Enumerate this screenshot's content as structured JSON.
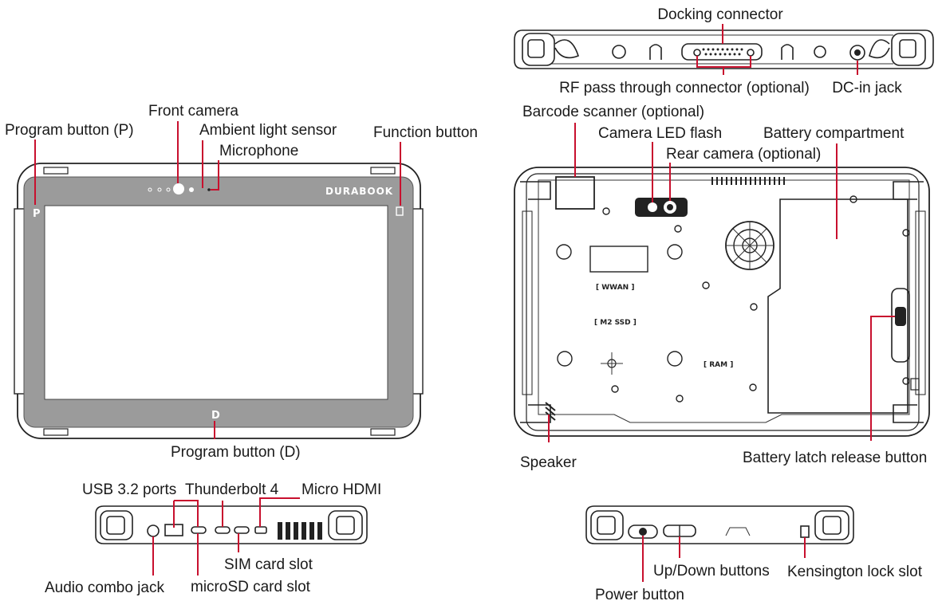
{
  "labels": {
    "docking_connector": "Docking connector",
    "rf_pass_through": "RF pass through connector (optional)",
    "dc_in_jack": "DC-in jack",
    "barcode_scanner": "Barcode scanner (optional)",
    "camera_led_flash": "Camera LED flash",
    "rear_camera": "Rear camera (optional)",
    "battery_compartment": "Battery compartment",
    "speaker": "Speaker",
    "battery_latch": "Battery latch release button",
    "front_camera": "Front camera",
    "ambient_light_sensor": "Ambient light sensor",
    "microphone": "Microphone",
    "program_button_p": "Program button (P)",
    "function_button": "Function button",
    "program_button_d": "Program button (D)",
    "usb_ports": "USB 3.2 ports",
    "thunderbolt": "Thunderbolt 4",
    "micro_hdmi": "Micro HDMI",
    "sim_card_slot": "SIM card slot",
    "audio_combo_jack": "Audio combo jack",
    "microsd_slot": "microSD card slot",
    "up_down_buttons": "Up/Down buttons",
    "kensington_lock": "Kensington lock slot",
    "power_button": "Power button"
  },
  "device": {
    "brand": "DURABOOK",
    "p_glyph": "P",
    "d_glyph": "D",
    "wwan_tag": "[ WWAN ]",
    "ssd_tag": "[ M2 SSD ]",
    "ram_tag": "[ RAM ]"
  },
  "colors": {
    "leader": "#c8102e",
    "bezel": "#9b9b9b",
    "screen": "#ffffff"
  }
}
